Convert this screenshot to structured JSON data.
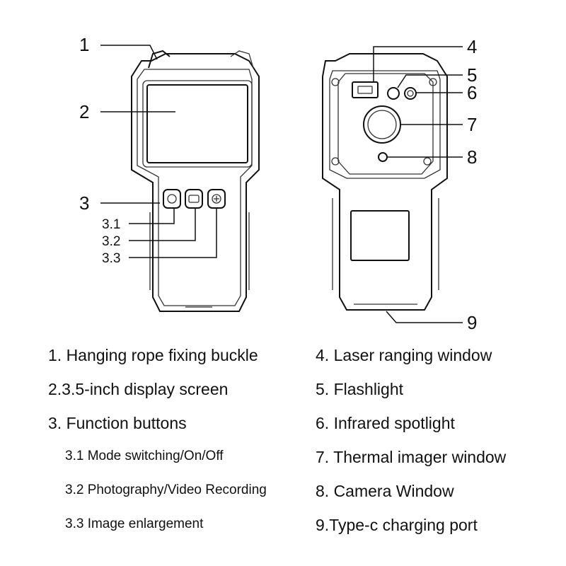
{
  "callouts": {
    "c1": "1",
    "c2": "2",
    "c3": "3",
    "c3_1": "3.1",
    "c3_2": "3.2",
    "c3_3": "3.3",
    "c4": "4",
    "c5": "5",
    "c6": "6",
    "c7": "7",
    "c8": "8",
    "c9": "9"
  },
  "legend": {
    "left": [
      "1. Hanging rope fixing buckle",
      "2.3.5-inch display screen",
      "3. Function buttons",
      "3.1 Mode switching/On/Off",
      "3.2 Photography/Video Recording",
      "3.3 Image enlargement"
    ],
    "right": [
      "4. Laser ranging window",
      "5. Flashlight",
      "6. Infrared spotlight",
      "7. Thermal imager window",
      "8. Camera Window",
      "9.Type-c charging port"
    ]
  }
}
